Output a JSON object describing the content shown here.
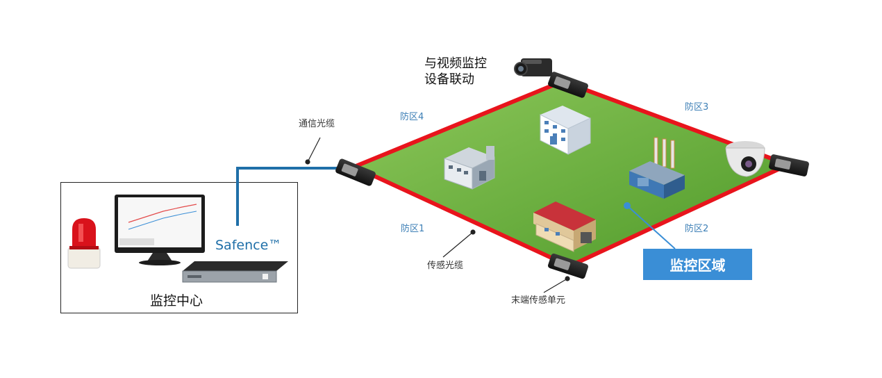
{
  "labels": {
    "video_link": [
      "与视频监控",
      "设备联动"
    ],
    "comm_cable": "通信光缆",
    "zones": [
      "防区1",
      "防区2",
      "防区3",
      "防区4"
    ],
    "sensing_cable": "传感光缆",
    "terminal_unit": "末端传感单元",
    "monitor_center": "监控中心",
    "product": "Safence™",
    "monitor_region": "监控区域"
  },
  "colors": {
    "perimeter": "#e8141c",
    "area_fill": "#6db33f",
    "comm_cable": "#1f6fa8",
    "badge": "#3a8ed6",
    "zone_text": "#3d7fb6"
  },
  "icons": [
    "alarm-light-icon",
    "monitor-icon",
    "rack-device-icon",
    "camera-icon",
    "dome-camera-icon",
    "building-icon",
    "factory-icon",
    "warehouse-icon",
    "sensor-unit-icon"
  ]
}
